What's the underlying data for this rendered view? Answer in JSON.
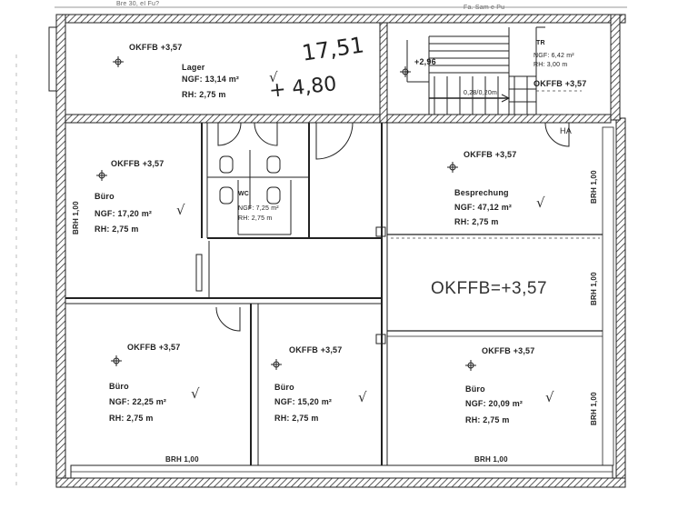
{
  "top_scan": {
    "left": "Bre 30, eI Fu?",
    "right": "Fa. Sam e Pu"
  },
  "rooms": {
    "lager": {
      "level": "OKFFB +3,57",
      "name": "Lager",
      "ngf": "NGF: 13,14 m²",
      "rh": "RH:     2,75 m"
    },
    "stair": {
      "level": "+2,96",
      "dims": "0,28/0,20m"
    },
    "tr": {
      "name": "TR",
      "ngf": "NGF: 6,42 m²",
      "rh": "RH:    3,00 m",
      "level": "OKFFB +3,57"
    },
    "buero_w": {
      "level": "OKFFB +3,57",
      "name": "Büro",
      "ngf": "NGF: 17,20 m²",
      "rh": "RH:    2,75 m"
    },
    "wc": {
      "name": "WC",
      "ngf": "NGF: 7,25 m²",
      "rh": "RH:    2,75 m"
    },
    "besprechung": {
      "level": "OKFFB +3,57",
      "name": "Besprechung",
      "ngf": "NGF: 47,12 m²",
      "rh": "RH:    2,75 m"
    },
    "buero_sw": {
      "level": "OKFFB +3,57",
      "name": "Büro",
      "ngf": "NGF: 22,25 m²",
      "rh": "RH:    2,75 m"
    },
    "buero_s": {
      "level": "OKFFB +3,57",
      "name": "Büro",
      "ngf": "NGF: 15,20 m²",
      "rh": "RH:    2,75 m"
    },
    "buero_se": {
      "level": "OKFFB +3,57",
      "name": "Büro",
      "ngf": "NGF: 20,09 m²",
      "rh": "RH:    2,75 m"
    }
  },
  "ha": "HA",
  "center_level": "OKFFB=+3,57",
  "brh": {
    "left": "BRH 1,00",
    "right1": "BRH 1,00",
    "right2": "BRH 1,00",
    "right3": "BRH 1,00",
    "bottom1": "BRH 1,00",
    "bottom2": "BRH 1,00"
  },
  "handwriting": {
    "top": "17,51",
    "plus": "+ 4,80"
  },
  "checkmark": "√"
}
